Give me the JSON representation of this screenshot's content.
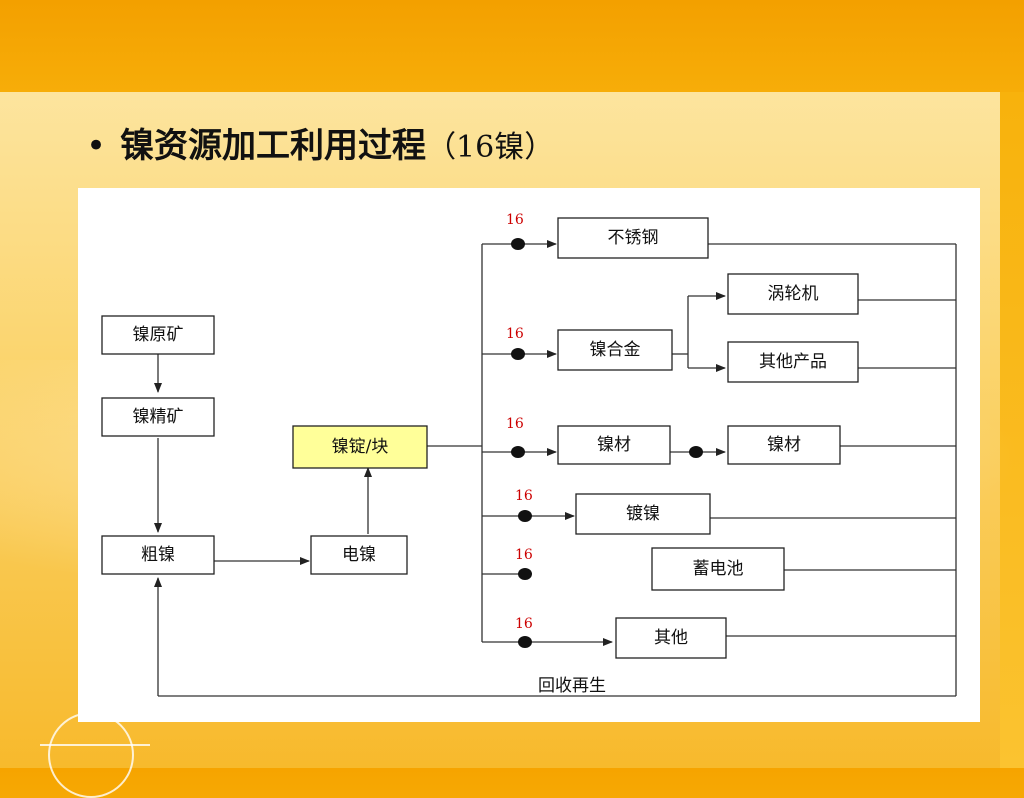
{
  "slide": {
    "bullet": "•",
    "title_main": "镍资源加工利用过程",
    "title_paren": "（16镍）"
  },
  "diagram": {
    "nodes": {
      "nickel_ore": "镍原矿",
      "nickel_concentrate": "镍精矿",
      "crude_nickel": "粗镍",
      "electrolytic_nickel": "电镍",
      "nickel_ingot": "镍锭/块",
      "stainless_steel": "不锈钢",
      "nickel_alloy": "镍合金",
      "turbine": "涡轮机",
      "other_products": "其他产品",
      "nickel_material_1": "镍材",
      "nickel_material_2": "镍材",
      "nickel_plating": "镀镍",
      "battery": "蓄电池",
      "other": "其他"
    },
    "flow_labels": [
      "16",
      "16",
      "16",
      "16",
      "16",
      "16"
    ],
    "recycle_label": "回收再生",
    "colors": {
      "highlight": "#ffff99",
      "box_border": "#222222",
      "flow_label": "#cc0000"
    }
  }
}
